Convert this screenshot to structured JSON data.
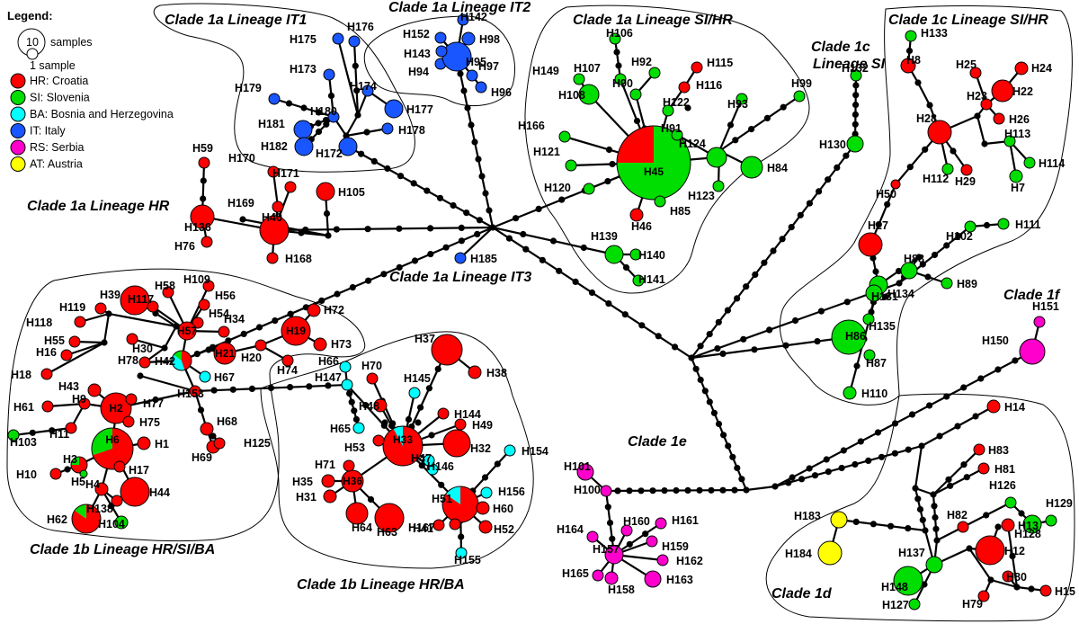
{
  "legend": {
    "title": "Legend:",
    "size_label_big": "10",
    "size_label_big_text": "samples",
    "size_label_small_text": "1 sample",
    "entries": [
      {
        "code": "HR",
        "text": "HR: Croatia",
        "color": "#ff0000"
      },
      {
        "code": "SI",
        "text": "SI: Slovenia",
        "color": "#00dd00"
      },
      {
        "code": "BA",
        "text": "BA: Bosnia and Herzegovina",
        "color": "#00ffff"
      },
      {
        "code": "IT",
        "text": "IT: Italy",
        "color": "#1a56ff"
      },
      {
        "code": "RS",
        "text": "RS: Serbia",
        "color": "#ff00cc"
      },
      {
        "code": "AT",
        "text": "AT: Austria",
        "color": "#ffff00"
      }
    ]
  },
  "clades": [
    "Clade 1a Lineage IT1",
    "Clade 1a Lineage IT2",
    "Clade 1a Lineage SI/HR",
    "Clade 1c",
    "Lineage SI",
    "Clade 1c Lineage SI/HR",
    "Clade 1a Lineage HR",
    "Clade 1a Lineage IT3",
    "Clade 1f",
    "Clade 1b Lineage HR/SI/BA",
    "Clade 1b Lineage HR/BA",
    "Clade 1e",
    "Clade 1d"
  ],
  "haplotypes": [
    {
      "id": "H1",
      "c": [
        "HR"
      ],
      "w": [
        1
      ]
    },
    {
      "id": "H2",
      "c": [
        "HR"
      ],
      "w": [
        1
      ]
    },
    {
      "id": "H3",
      "c": [
        "HR",
        "SI"
      ],
      "w": [
        0.75,
        0.25
      ]
    },
    {
      "id": "H4",
      "c": [
        "HR"
      ],
      "w": [
        1
      ]
    },
    {
      "id": "H5",
      "c": [
        "SI"
      ],
      "w": [
        1
      ]
    },
    {
      "id": "H6",
      "c": [
        "HR",
        "SI"
      ],
      "w": [
        0.7,
        0.3
      ]
    },
    {
      "id": "H7",
      "c": [
        "SI"
      ],
      "w": [
        1
      ]
    },
    {
      "id": "H8",
      "c": [
        "HR"
      ],
      "w": [
        1
      ]
    },
    {
      "id": "H9",
      "c": [
        "HR"
      ],
      "w": [
        1
      ]
    },
    {
      "id": "H10",
      "c": [
        "HR"
      ],
      "w": [
        1
      ]
    },
    {
      "id": "H11",
      "c": [
        "HR"
      ],
      "w": [
        1
      ]
    },
    {
      "id": "H12",
      "c": [
        "HR"
      ],
      "w": [
        1
      ]
    },
    {
      "id": "H13",
      "c": [
        "HR"
      ],
      "w": [
        1
      ]
    },
    {
      "id": "H14",
      "c": [
        "HR"
      ],
      "w": [
        1
      ]
    },
    {
      "id": "H15",
      "c": [
        "HR"
      ],
      "w": [
        1
      ]
    },
    {
      "id": "H16",
      "c": [
        "HR"
      ],
      "w": [
        1
      ]
    },
    {
      "id": "H17",
      "c": [
        "HR"
      ],
      "w": [
        1
      ]
    },
    {
      "id": "H18",
      "c": [
        "HR"
      ],
      "w": [
        1
      ]
    },
    {
      "id": "H19",
      "c": [
        "HR"
      ],
      "w": [
        1
      ]
    },
    {
      "id": "H20",
      "c": [
        "HR"
      ],
      "w": [
        1
      ]
    },
    {
      "id": "H21",
      "c": [
        "HR"
      ],
      "w": [
        1
      ]
    },
    {
      "id": "H22",
      "c": [
        "HR"
      ],
      "w": [
        1
      ]
    },
    {
      "id": "H23",
      "c": [
        "HR"
      ],
      "w": [
        1
      ]
    },
    {
      "id": "H24",
      "c": [
        "HR"
      ],
      "w": [
        1
      ]
    },
    {
      "id": "H25",
      "c": [
        "HR"
      ],
      "w": [
        1
      ]
    },
    {
      "id": "H26",
      "c": [
        "HR"
      ],
      "w": [
        1
      ]
    },
    {
      "id": "H27",
      "c": [
        "HR"
      ],
      "w": [
        1
      ]
    },
    {
      "id": "H28",
      "c": [
        "HR"
      ],
      "w": [
        1
      ]
    },
    {
      "id": "H29",
      "c": [
        "HR"
      ],
      "w": [
        1
      ]
    },
    {
      "id": "H30",
      "c": [
        "HR"
      ],
      "w": [
        1
      ]
    },
    {
      "id": "H31",
      "c": [
        "HR"
      ],
      "w": [
        1
      ]
    },
    {
      "id": "H32",
      "c": [
        "HR"
      ],
      "w": [
        1
      ]
    },
    {
      "id": "H33",
      "c": [
        "HR",
        "BA"
      ],
      "w": [
        0.92,
        0.08
      ]
    },
    {
      "id": "H34",
      "c": [
        "HR"
      ],
      "w": [
        1
      ]
    },
    {
      "id": "H35",
      "c": [
        "HR"
      ],
      "w": [
        1
      ]
    },
    {
      "id": "H36",
      "c": [
        "HR"
      ],
      "w": [
        1
      ]
    },
    {
      "id": "H37",
      "c": [
        "HR"
      ],
      "w": [
        1
      ]
    },
    {
      "id": "H38",
      "c": [
        "HR"
      ],
      "w": [
        1
      ]
    },
    {
      "id": "H39",
      "c": [
        "HR"
      ],
      "w": [
        1
      ]
    },
    {
      "id": "H40",
      "c": [
        "HR"
      ],
      "w": [
        1
      ]
    },
    {
      "id": "H41",
      "c": [
        "HR"
      ],
      "w": [
        1
      ]
    },
    {
      "id": "H42",
      "c": [
        "HR",
        "BA",
        "SI"
      ],
      "w": [
        0.45,
        0.4,
        0.15
      ]
    },
    {
      "id": "H43",
      "c": [
        "HR"
      ],
      "w": [
        1
      ]
    },
    {
      "id": "H44",
      "c": [
        "HR"
      ],
      "w": [
        1
      ]
    },
    {
      "id": "H45",
      "c": [
        "SI",
        "HR"
      ],
      "w": [
        0.75,
        0.25
      ]
    },
    {
      "id": "H46",
      "c": [
        "HR"
      ],
      "w": [
        1
      ]
    },
    {
      "id": "H47",
      "c": [
        "BA"
      ],
      "w": [
        1
      ]
    },
    {
      "id": "H48",
      "c": [
        "HR"
      ],
      "w": [
        1
      ]
    },
    {
      "id": "H49",
      "c": [
        "HR"
      ],
      "w": [
        1
      ]
    },
    {
      "id": "H50",
      "c": [
        "HR"
      ],
      "w": [
        1
      ]
    },
    {
      "id": "H51",
      "c": [
        "HR",
        "BA"
      ],
      "w": [
        0.85,
        0.15
      ]
    },
    {
      "id": "H52",
      "c": [
        "HR"
      ],
      "w": [
        1
      ]
    },
    {
      "id": "H53",
      "c": [
        "HR"
      ],
      "w": [
        1
      ]
    },
    {
      "id": "H54",
      "c": [
        "HR"
      ],
      "w": [
        1
      ]
    },
    {
      "id": "H55",
      "c": [
        "HR"
      ],
      "w": [
        1
      ]
    },
    {
      "id": "H56",
      "c": [
        "HR"
      ],
      "w": [
        1
      ]
    },
    {
      "id": "H57",
      "c": [
        "HR"
      ],
      "w": [
        1
      ]
    },
    {
      "id": "H58",
      "c": [
        "HR"
      ],
      "w": [
        1
      ]
    },
    {
      "id": "H59",
      "c": [
        "HR"
      ],
      "w": [
        1
      ]
    },
    {
      "id": "H60",
      "c": [
        "HR"
      ],
      "w": [
        1
      ]
    },
    {
      "id": "H61",
      "c": [
        "HR"
      ],
      "w": [
        1
      ]
    },
    {
      "id": "H62",
      "c": [
        "HR",
        "SI"
      ],
      "w": [
        0.85,
        0.15
      ]
    },
    {
      "id": "H63",
      "c": [
        "HR"
      ],
      "w": [
        1
      ]
    },
    {
      "id": "H64",
      "c": [
        "HR"
      ],
      "w": [
        1
      ]
    },
    {
      "id": "H65",
      "c": [
        "BA"
      ],
      "w": [
        1
      ]
    },
    {
      "id": "H66",
      "c": [
        "BA"
      ],
      "w": [
        1
      ]
    },
    {
      "id": "H67",
      "c": [
        "BA"
      ],
      "w": [
        1
      ]
    },
    {
      "id": "H68",
      "c": [
        "HR"
      ],
      "w": [
        1
      ]
    },
    {
      "id": "H69",
      "c": [
        "HR"
      ],
      "w": [
        1
      ]
    },
    {
      "id": "H70",
      "c": [
        "HR"
      ],
      "w": [
        1
      ]
    },
    {
      "id": "H71",
      "c": [
        "HR"
      ],
      "w": [
        1
      ]
    },
    {
      "id": "H72",
      "c": [
        "HR"
      ],
      "w": [
        1
      ]
    },
    {
      "id": "H73",
      "c": [
        "HR"
      ],
      "w": [
        1
      ]
    },
    {
      "id": "H74",
      "c": [
        "HR"
      ],
      "w": [
        1
      ]
    },
    {
      "id": "H75",
      "c": [
        "HR"
      ],
      "w": [
        1
      ]
    },
    {
      "id": "H76",
      "c": [
        "HR"
      ],
      "w": [
        1
      ]
    },
    {
      "id": "H77",
      "c": [
        "HR"
      ],
      "w": [
        1
      ]
    },
    {
      "id": "H78",
      "c": [
        "HR"
      ],
      "w": [
        1
      ]
    },
    {
      "id": "H79",
      "c": [
        "HR"
      ],
      "w": [
        1
      ]
    },
    {
      "id": "H80",
      "c": [
        "HR"
      ],
      "w": [
        1
      ]
    },
    {
      "id": "H81",
      "c": [
        "HR"
      ],
      "w": [
        1
      ]
    },
    {
      "id": "H82",
      "c": [
        "HR"
      ],
      "w": [
        1
      ]
    },
    {
      "id": "H83",
      "c": [
        "HR"
      ],
      "w": [
        1
      ]
    },
    {
      "id": "H84",
      "c": [
        "SI"
      ],
      "w": [
        1
      ]
    },
    {
      "id": "H85",
      "c": [
        "SI"
      ],
      "w": [
        1
      ]
    },
    {
      "id": "H86",
      "c": [
        "SI"
      ],
      "w": [
        1
      ]
    },
    {
      "id": "H87",
      "c": [
        "SI"
      ],
      "w": [
        1
      ]
    },
    {
      "id": "H88",
      "c": [
        "SI"
      ],
      "w": [
        1
      ]
    },
    {
      "id": "H89",
      "c": [
        "SI"
      ],
      "w": [
        1
      ]
    },
    {
      "id": "H90",
      "c": [
        "SI"
      ],
      "w": [
        1
      ]
    },
    {
      "id": "H91",
      "c": [
        "SI"
      ],
      "w": [
        1
      ]
    },
    {
      "id": "H92",
      "c": [
        "SI"
      ],
      "w": [
        1
      ]
    },
    {
      "id": "H93",
      "c": [
        "SI"
      ],
      "w": [
        1
      ]
    },
    {
      "id": "H94",
      "c": [
        "IT"
      ],
      "w": [
        1
      ]
    },
    {
      "id": "H95",
      "c": [
        "IT"
      ],
      "w": [
        1
      ]
    },
    {
      "id": "H96",
      "c": [
        "IT"
      ],
      "w": [
        1
      ]
    },
    {
      "id": "H97",
      "c": [
        "IT"
      ],
      "w": [
        1
      ]
    },
    {
      "id": "H98",
      "c": [
        "IT"
      ],
      "w": [
        1
      ]
    },
    {
      "id": "H99",
      "c": [
        "SI"
      ],
      "w": [
        1
      ]
    },
    {
      "id": "H100",
      "c": [
        "RS"
      ],
      "w": [
        1
      ]
    },
    {
      "id": "H101",
      "c": [
        "RS"
      ],
      "w": [
        1
      ]
    },
    {
      "id": "H102",
      "c": [
        "SI"
      ],
      "w": [
        1
      ]
    },
    {
      "id": "H103",
      "c": [
        "SI"
      ],
      "w": [
        1
      ]
    },
    {
      "id": "H104",
      "c": [
        "SI"
      ],
      "w": [
        1
      ]
    },
    {
      "id": "H105",
      "c": [
        "HR"
      ],
      "w": [
        1
      ]
    },
    {
      "id": "H106",
      "c": [
        "SI"
      ],
      "w": [
        1
      ]
    },
    {
      "id": "H107",
      "c": [
        "SI"
      ],
      "w": [
        1
      ]
    },
    {
      "id": "H108",
      "c": [
        "SI"
      ],
      "w": [
        1
      ]
    },
    {
      "id": "H109",
      "c": [
        "HR"
      ],
      "w": [
        1
      ]
    },
    {
      "id": "H110",
      "c": [
        "SI"
      ],
      "w": [
        1
      ]
    },
    {
      "id": "H111",
      "c": [
        "SI"
      ],
      "w": [
        1
      ]
    },
    {
      "id": "H112",
      "c": [
        "SI"
      ],
      "w": [
        1
      ]
    },
    {
      "id": "H113",
      "c": [
        "SI"
      ],
      "w": [
        1
      ]
    },
    {
      "id": "H114",
      "c": [
        "SI"
      ],
      "w": [
        1
      ]
    },
    {
      "id": "H115",
      "c": [
        "HR"
      ],
      "w": [
        1
      ]
    },
    {
      "id": "H116",
      "c": [
        "HR"
      ],
      "w": [
        1
      ]
    },
    {
      "id": "H117",
      "c": [
        "HR"
      ],
      "w": [
        1
      ]
    },
    {
      "id": "H118",
      "c": [
        "HR"
      ],
      "w": [
        1
      ]
    },
    {
      "id": "H119",
      "c": [
        "HR"
      ],
      "w": [
        1
      ]
    },
    {
      "id": "H120",
      "c": [
        "SI"
      ],
      "w": [
        1
      ]
    },
    {
      "id": "H121",
      "c": [
        "SI"
      ],
      "w": [
        1
      ]
    },
    {
      "id": "H122",
      "c": [
        "SI"
      ],
      "w": [
        1
      ]
    },
    {
      "id": "H123",
      "c": [
        "SI"
      ],
      "w": [
        1
      ]
    },
    {
      "id": "H124",
      "c": [
        "SI"
      ],
      "w": [
        1
      ]
    },
    {
      "id": "H125",
      "c": [
        "HR"
      ],
      "w": [
        1
      ]
    },
    {
      "id": "H126",
      "c": [
        "SI"
      ],
      "w": [
        1
      ]
    },
    {
      "id": "H127",
      "c": [
        "SI"
      ],
      "w": [
        1
      ]
    },
    {
      "id": "H128",
      "c": [
        "SI"
      ],
      "w": [
        1
      ]
    },
    {
      "id": "H129",
      "c": [
        "SI"
      ],
      "w": [
        1
      ]
    },
    {
      "id": "H130",
      "c": [
        "SI"
      ],
      "w": [
        1
      ]
    },
    {
      "id": "H131",
      "c": [
        "SI"
      ],
      "w": [
        1
      ]
    },
    {
      "id": "H132",
      "c": [
        "SI"
      ],
      "w": [
        1
      ]
    },
    {
      "id": "H133",
      "c": [
        "SI"
      ],
      "w": [
        1
      ]
    },
    {
      "id": "H134",
      "c": [
        "SI"
      ],
      "w": [
        1
      ]
    },
    {
      "id": "H135",
      "c": [
        "SI"
      ],
      "w": [
        1
      ]
    },
    {
      "id": "H136",
      "c": [
        "HR"
      ],
      "w": [
        1
      ]
    },
    {
      "id": "H137",
      "c": [
        "SI"
      ],
      "w": [
        1
      ]
    },
    {
      "id": "H138",
      "c": [
        "HR"
      ],
      "w": [
        1
      ]
    },
    {
      "id": "H139",
      "c": [
        "SI"
      ],
      "w": [
        1
      ]
    },
    {
      "id": "H140",
      "c": [
        "SI"
      ],
      "w": [
        1
      ]
    },
    {
      "id": "H141",
      "c": [
        "SI"
      ],
      "w": [
        1
      ]
    },
    {
      "id": "H142",
      "c": [
        "IT"
      ],
      "w": [
        1
      ]
    },
    {
      "id": "H143",
      "c": [
        "IT"
      ],
      "w": [
        1
      ]
    },
    {
      "id": "H144",
      "c": [
        "HR"
      ],
      "w": [
        1
      ]
    },
    {
      "id": "H145",
      "c": [
        "BA"
      ],
      "w": [
        1
      ]
    },
    {
      "id": "H146",
      "c": [
        "BA"
      ],
      "w": [
        1
      ]
    },
    {
      "id": "H147",
      "c": [
        "BA"
      ],
      "w": [
        1
      ]
    },
    {
      "id": "H148",
      "c": [
        "SI"
      ],
      "w": [
        1
      ]
    },
    {
      "id": "H149",
      "c": [
        "SI"
      ],
      "w": [
        1
      ]
    },
    {
      "id": "H150",
      "c": [
        "RS"
      ],
      "w": [
        1
      ]
    },
    {
      "id": "H151",
      "c": [
        "RS"
      ],
      "w": [
        1
      ]
    },
    {
      "id": "H152",
      "c": [
        "IT"
      ],
      "w": [
        1
      ]
    },
    {
      "id": "H153",
      "c": [
        "HR"
      ],
      "w": [
        1
      ]
    },
    {
      "id": "H154",
      "c": [
        "BA"
      ],
      "w": [
        1
      ]
    },
    {
      "id": "H155",
      "c": [
        "BA"
      ],
      "w": [
        1
      ]
    },
    {
      "id": "H156",
      "c": [
        "BA"
      ],
      "w": [
        1
      ]
    },
    {
      "id": "H157",
      "c": [
        "RS"
      ],
      "w": [
        1
      ]
    },
    {
      "id": "H158",
      "c": [
        "RS"
      ],
      "w": [
        1
      ]
    },
    {
      "id": "H159",
      "c": [
        "RS"
      ],
      "w": [
        1
      ]
    },
    {
      "id": "H160",
      "c": [
        "RS"
      ],
      "w": [
        1
      ]
    },
    {
      "id": "H161",
      "c": [
        "RS"
      ],
      "w": [
        1
      ]
    },
    {
      "id": "H162",
      "c": [
        "RS"
      ],
      "w": [
        1
      ]
    },
    {
      "id": "H163",
      "c": [
        "RS"
      ],
      "w": [
        1
      ]
    },
    {
      "id": "H164",
      "c": [
        "RS"
      ],
      "w": [
        1
      ]
    },
    {
      "id": "H165",
      "c": [
        "RS"
      ],
      "w": [
        1
      ]
    },
    {
      "id": "H166",
      "c": [
        "SI"
      ],
      "w": [
        1
      ]
    },
    {
      "id": "H167",
      "c": [
        "HR"
      ],
      "w": [
        1
      ]
    },
    {
      "id": "H168",
      "c": [
        "HR"
      ],
      "w": [
        1
      ]
    },
    {
      "id": "H169",
      "c": [
        "HR"
      ],
      "w": [
        1
      ]
    },
    {
      "id": "H170",
      "c": [
        "HR"
      ],
      "w": [
        1
      ]
    },
    {
      "id": "H171",
      "c": [
        "HR"
      ],
      "w": [
        1
      ]
    },
    {
      "id": "H172",
      "c": [
        "IT"
      ],
      "w": [
        1
      ]
    },
    {
      "id": "H173",
      "c": [
        "IT"
      ],
      "w": [
        1
      ]
    },
    {
      "id": "H174",
      "c": [
        "IT"
      ],
      "w": [
        1
      ]
    },
    {
      "id": "H175",
      "c": [
        "IT"
      ],
      "w": [
        1
      ]
    },
    {
      "id": "H176",
      "c": [
        "IT"
      ],
      "w": [
        1
      ]
    },
    {
      "id": "H177",
      "c": [
        "IT"
      ],
      "w": [
        1
      ]
    },
    {
      "id": "H178",
      "c": [
        "IT"
      ],
      "w": [
        1
      ]
    },
    {
      "id": "H179",
      "c": [
        "IT"
      ],
      "w": [
        1
      ]
    },
    {
      "id": "H180",
      "c": [
        "IT"
      ],
      "w": [
        1
      ]
    },
    {
      "id": "H181",
      "c": [
        "IT"
      ],
      "w": [
        1
      ]
    },
    {
      "id": "H182",
      "c": [
        "IT"
      ],
      "w": [
        1
      ]
    },
    {
      "id": "H183",
      "c": [
        "AT"
      ],
      "w": [
        1
      ]
    },
    {
      "id": "H184",
      "c": [
        "AT"
      ],
      "w": [
        1
      ]
    },
    {
      "id": "H185",
      "c": [
        "IT"
      ],
      "w": [
        1
      ]
    }
  ]
}
